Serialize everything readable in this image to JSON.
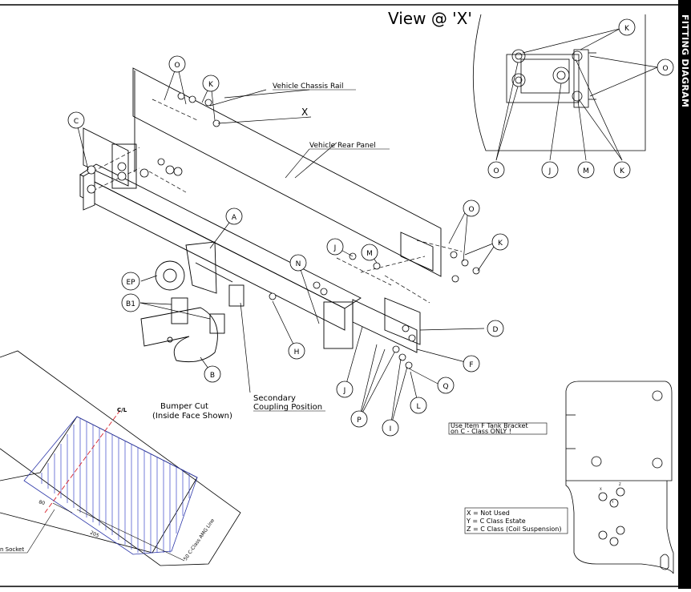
{
  "sidebar": {
    "title": "FITTING DIAGRAM"
  },
  "labels": {
    "view_title": "View @ 'X'",
    "chassis_rail": "Vehicle Chassis Rail",
    "x_marker": "X",
    "rear_panel": "Vehicle Rear Panel",
    "bumper_cut_1": "Bumper Cut",
    "bumper_cut_2": "(Inside Face Shown)",
    "secondary_1": "Secondary",
    "secondary_2": "Coupling Position",
    "cl": "C/L",
    "dim_80": "80",
    "dim_205": "205",
    "amg_line": "50 C-Class AMG Line",
    "socket": "n Socket",
    "tank_note_1": "Use Item F Tank Bracket",
    "tank_note_2": "on C - Class ONLY !",
    "legend_x": "X = Not Used",
    "legend_y": "Y = C Class Estate",
    "legend_z": "Z = C Class (Coil Suspension)",
    "hole_x": "X",
    "hole_y": "Y",
    "hole_z": "Z"
  },
  "callouts": {
    "O1": "O",
    "K1": "K",
    "C": "C",
    "K_view_top": "K",
    "O_view_right": "O",
    "O_view_bl": "O",
    "J_view": "J",
    "M_view": "M",
    "K_view_br": "K",
    "A": "A",
    "O2": "O",
    "K2": "K",
    "J": "J",
    "M": "M",
    "N": "N",
    "EP": "EP",
    "B1": "B1",
    "B": "B",
    "H": "H",
    "D": "D",
    "F": "F",
    "Q": "Q",
    "J2": "J",
    "P": "P",
    "L": "L",
    "I": "I"
  }
}
